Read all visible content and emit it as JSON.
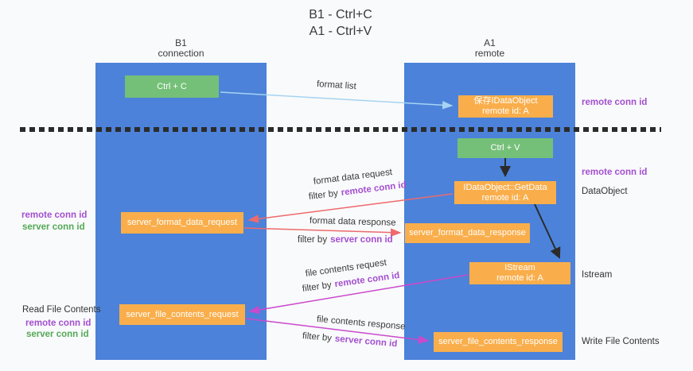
{
  "title": {
    "line1": "B1 - Ctrl+C",
    "line2": "A1 - Ctrl+V"
  },
  "columns": {
    "left": {
      "name": "B1",
      "subtitle": "connection"
    },
    "right": {
      "name": "A1",
      "subtitle": "remote"
    }
  },
  "nodes": {
    "ctrl_c": {
      "label": "Ctrl + C"
    },
    "ctrl_v": {
      "label": "Ctrl + V"
    },
    "save_idataobject": {
      "line1": "保存IDataObject",
      "line2": "remote id: A"
    },
    "getdata": {
      "line1": "IDataObject::GetData",
      "line2": "remote id: A"
    },
    "istream": {
      "line1": "IStream",
      "line2": "remote id: A"
    },
    "format_request": {
      "label": "server_format_data_request"
    },
    "format_response": {
      "label": "server_format_data_response"
    },
    "file_request": {
      "label": "server_file_contents_request"
    },
    "file_response": {
      "label": "server_file_contents_response"
    }
  },
  "right_annotations": {
    "remote_conn_id_1": "remote conn id",
    "remote_conn_id_2": "remote conn id",
    "dataobject": "DataObject",
    "istream": "Istream",
    "write_file_contents": "Write File Contents"
  },
  "left_annotations": {
    "remote_conn_id_1": "remote conn id",
    "server_conn_id_1": "server conn id",
    "read_file_contents": "Read File Contents",
    "remote_conn_id_2": "remote conn id",
    "server_conn_id_2": "server conn id"
  },
  "arrow_labels": {
    "format_list": "format list",
    "format_data_request": "format data request",
    "format_data_response": "format data response",
    "file_contents_request": "file contents request",
    "file_contents_response": "file contents response",
    "filter_by": "filter by",
    "remote_conn_id": "remote conn id",
    "server_conn_id": "server conn id"
  },
  "colors": {
    "column_blue": "#4c82d9",
    "node_green": "#75c078",
    "node_orange": "#f9ae4b",
    "arrow_light_blue": "#a6d3f2",
    "arrow_red": "#ed6a6e",
    "arrow_magenta": "#ca49cd",
    "arrow_black": "#2b2b2b",
    "text_purple": "#a44fd0",
    "text_green": "#53a956"
  }
}
